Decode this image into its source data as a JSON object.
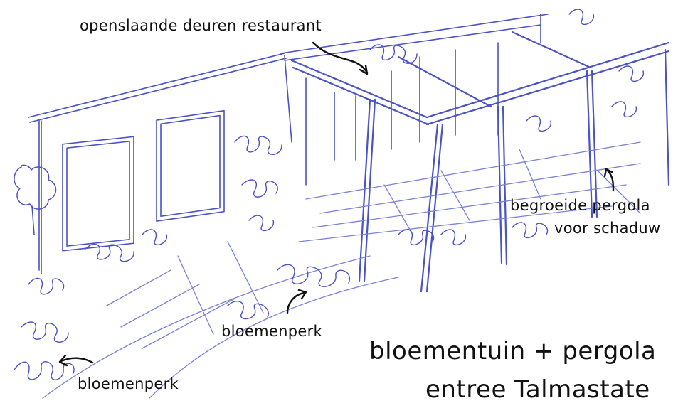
{
  "labels": {
    "doors": "openslaande deuren restaurant",
    "pergola_line1": "begroeide pergola",
    "pergola_line2": "voor schaduw",
    "flowerbed_center": "bloemenperk",
    "flowerbed_left": "bloemenperk"
  },
  "title": {
    "line1": "bloementuin + pergola",
    "line2": "entree Talmastate"
  },
  "colors": {
    "ink": "#4a52c4",
    "ink_light": "#7a82d8",
    "text": "#111111",
    "paper": "#ffffff"
  }
}
